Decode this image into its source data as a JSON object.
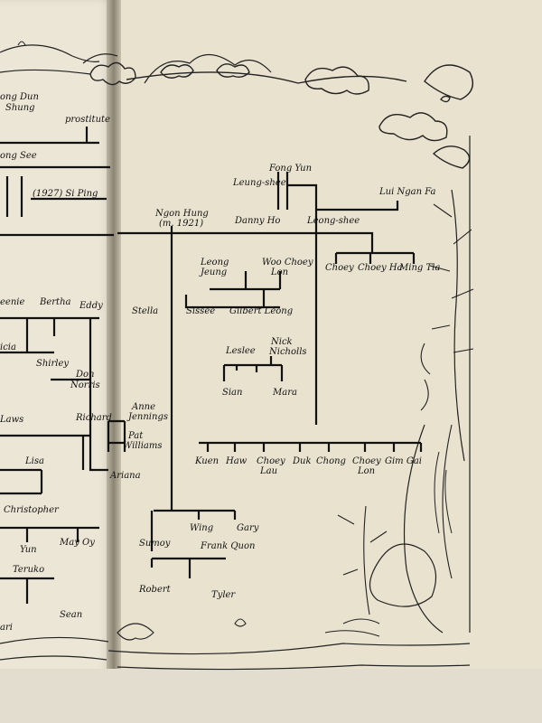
{
  "names": {
    "fong_dun_shung_1": "ong Dun",
    "fong_dun_shung_2": "Shung",
    "prostitute": "prostitute",
    "fong_see": "ong See",
    "si_ping": "(1927) Si Ping",
    "fong_yun": "Fong Yun",
    "leung_shee": "Leung-shee",
    "lui_ngan_fa": "Lui Ngan Fa",
    "danny_ho": "Danny Ho",
    "leong_shee": "Leong-shee",
    "ngon_hung_1": "Ngon Hung",
    "ngon_hung_2": "(m. 1921)",
    "choey": "Choey",
    "choey_ha": "Choey Ha",
    "ming_tla": "Ming Tla",
    "leong_jeung_1": "Leong",
    "leong_jeung_2": "Jeung",
    "woo_choey_lon_1": "Woo Choey",
    "woo_choey_lon_2": "Lon",
    "sissee": "Sissee",
    "gilbert_leong": "Gilbert Leong",
    "leslee": "Leslee",
    "nick_nicholls_1": "Nick",
    "nick_nicholls_2": "Nicholls",
    "sian": "Sian",
    "mara": "Mara",
    "beenie": "eenie",
    "bertha": "Bertha",
    "eddy": "Eddy",
    "stella": "Stella",
    "icia": "icia",
    "shirley": "Shirley",
    "don_norris_1": "Don",
    "don_norris_2": "Norris",
    "laws": "Laws",
    "richard": "Richard",
    "anne_jennings_1": "Anne",
    "anne_jennings_2": "Jennings",
    "pat_williams_1": "Pat",
    "pat_williams_2": "Williams",
    "ariana": "Ariana",
    "lisa": "Lisa",
    "kuen": "Kuen",
    "haw": "Haw",
    "choey_lau_1": "Choey",
    "choey_lau_2": "Lau",
    "duk": "Duk",
    "chong": "Chong",
    "choey_lon_1": "Choey",
    "choey_lon_2": "Lon",
    "gim_gai": "Gim Gai",
    "christopher": "Christopher",
    "yun": "Yun",
    "may_oy": "May Oy",
    "wing": "Wing",
    "gary": "Gary",
    "sumoy": "Sumoy",
    "frank_quon": "Frank Quon",
    "teruko": "Teruko",
    "robert": "Robert",
    "tyler": "Tyler",
    "ari": "ari",
    "sean": "Sean"
  }
}
